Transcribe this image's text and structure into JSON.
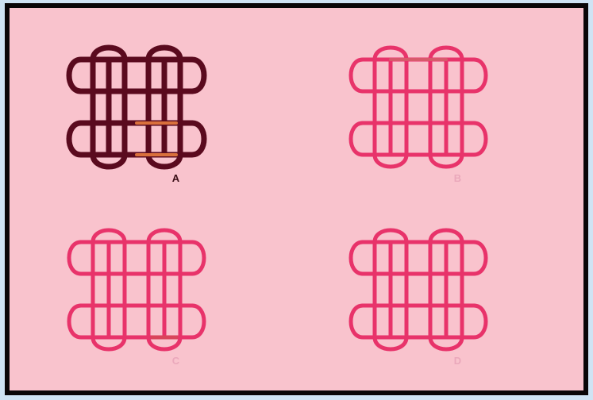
{
  "colors": {
    "background": "#f9c3cd",
    "border": "#0a0608",
    "knot_dark": "#5a0a1e",
    "knot_pink": "#e8336a",
    "highlight_a": "#d9703c",
    "highlight_b": "#d85a6c",
    "highlight_c": "#d9455a",
    "label_dark": "#3a0e16",
    "label_light": "#eaa8bb"
  },
  "panels": [
    {
      "id": "A",
      "label": "A",
      "style": "dark"
    },
    {
      "id": "B",
      "label": "B",
      "style": "pink"
    },
    {
      "id": "C",
      "label": "C",
      "style": "pink"
    },
    {
      "id": "D",
      "label": "D",
      "style": "pink"
    }
  ]
}
